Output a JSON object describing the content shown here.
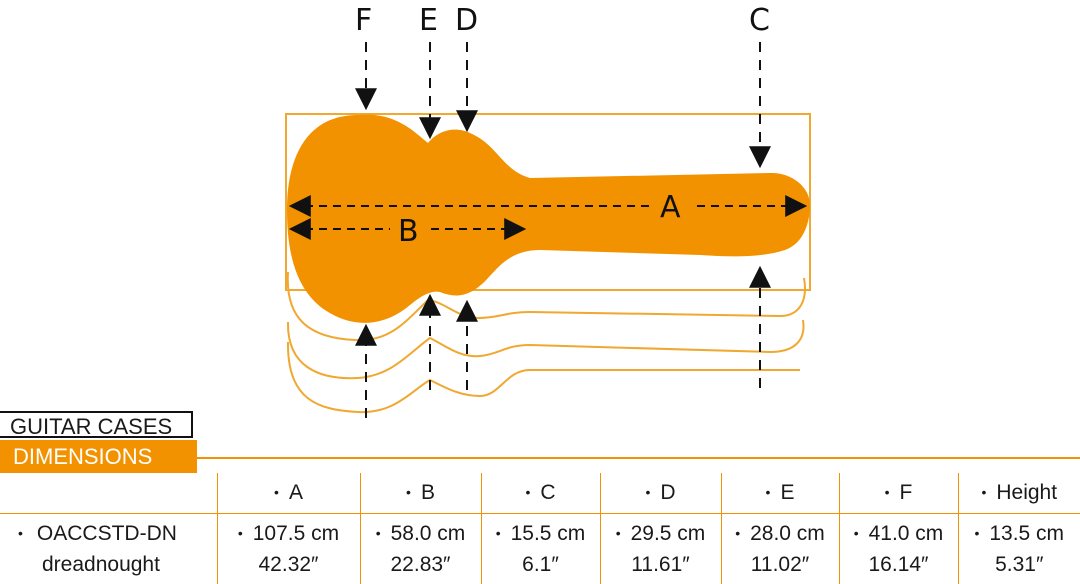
{
  "diagram": {
    "letters": {
      "F": "F",
      "E": "E",
      "D": "D",
      "C": "C",
      "A": "A",
      "B": "B"
    },
    "colors": {
      "case_fill": "#f39200",
      "outline": "#f0a830",
      "arrows": "#111111"
    }
  },
  "section": {
    "title": "GUITAR CASES",
    "subtitle": "DIMENSIONS"
  },
  "table": {
    "bullet": "•",
    "headers": [
      "A",
      "B",
      "C",
      "D",
      "E",
      "F",
      "Height"
    ],
    "rows": [
      {
        "model": "OACCSTD-DN",
        "type": "dreadnought",
        "values": [
          {
            "cm": "107.5 cm",
            "in": "42.32″"
          },
          {
            "cm": "58.0 cm",
            "in": "22.83″"
          },
          {
            "cm": "15.5 cm",
            "in": "6.1″"
          },
          {
            "cm": "29.5 cm",
            "in": "11.61″"
          },
          {
            "cm": "28.0 cm",
            "in": "11.02″"
          },
          {
            "cm": "41.0 cm",
            "in": "16.14″"
          },
          {
            "cm": "13.5 cm",
            "in": "5.31″"
          }
        ]
      }
    ]
  }
}
